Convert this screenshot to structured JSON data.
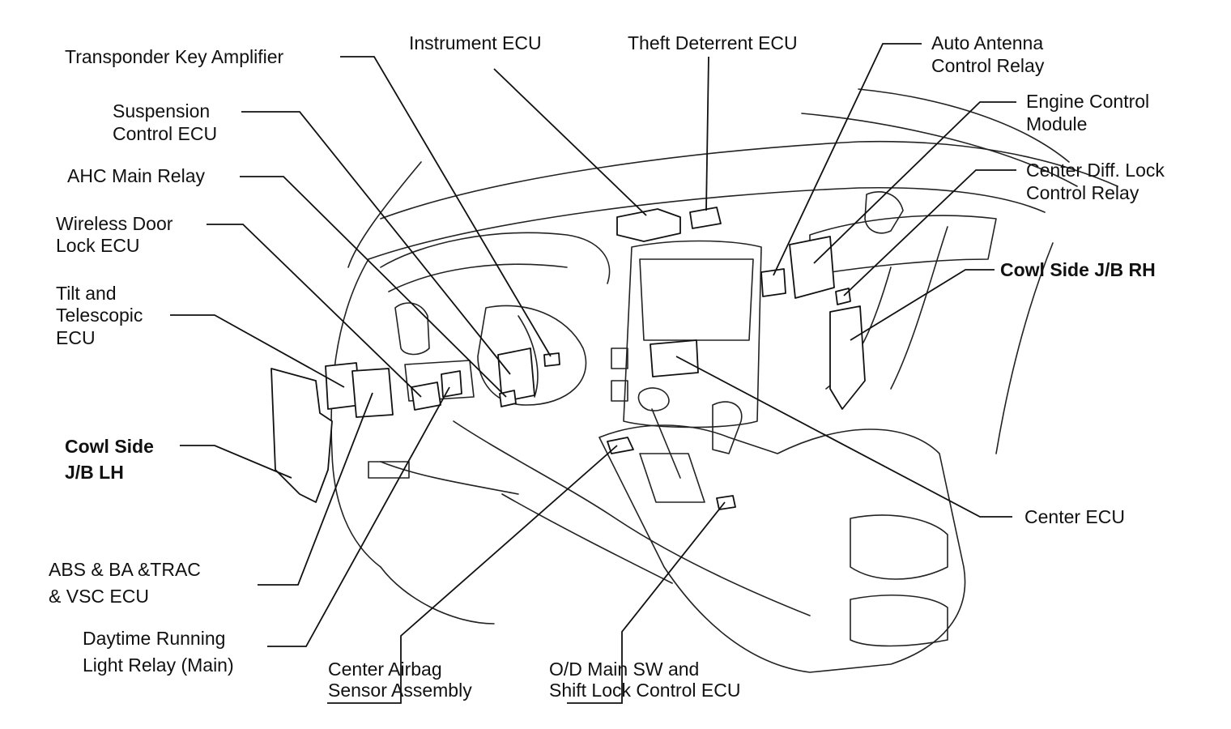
{
  "labels": {
    "transponder": "Transponder Key Amplifier",
    "instrument_ecu": "Instrument ECU",
    "theft_ecu": "Theft Deterrent ECU",
    "auto_antenna_1": "Auto Antenna",
    "auto_antenna_2": "Control Relay",
    "suspension_1": "Suspension",
    "suspension_2": "Control ECU",
    "engine_1": "Engine Control",
    "engine_2": "Module",
    "ahc_relay": "AHC Main Relay",
    "center_diff_1": "Center Diff. Lock",
    "center_diff_2": "Control Relay",
    "wireless_1": "Wireless Door",
    "wireless_2": "Lock ECU",
    "cowl_rh": "Cowl Side J/B RH",
    "tilt_1": "Tilt and",
    "tilt_2": "Telescopic",
    "tilt_3": "ECU",
    "cowl_lh_1": "Cowl Side",
    "cowl_lh_2": "J/B LH",
    "center_ecu": "Center ECU",
    "abs_1": "ABS & BA &TRAC",
    "abs_2": "& VSC ECU",
    "drl_1": "Daytime Running",
    "drl_2": "Light Relay (Main)",
    "airbag_1": "Center Airbag",
    "airbag_2": "Sensor Assembly",
    "od_1": "O/D Main SW and",
    "od_2": "Shift Lock Control ECU"
  },
  "colors": {
    "ink": "#111111",
    "background": "#ffffff"
  }
}
